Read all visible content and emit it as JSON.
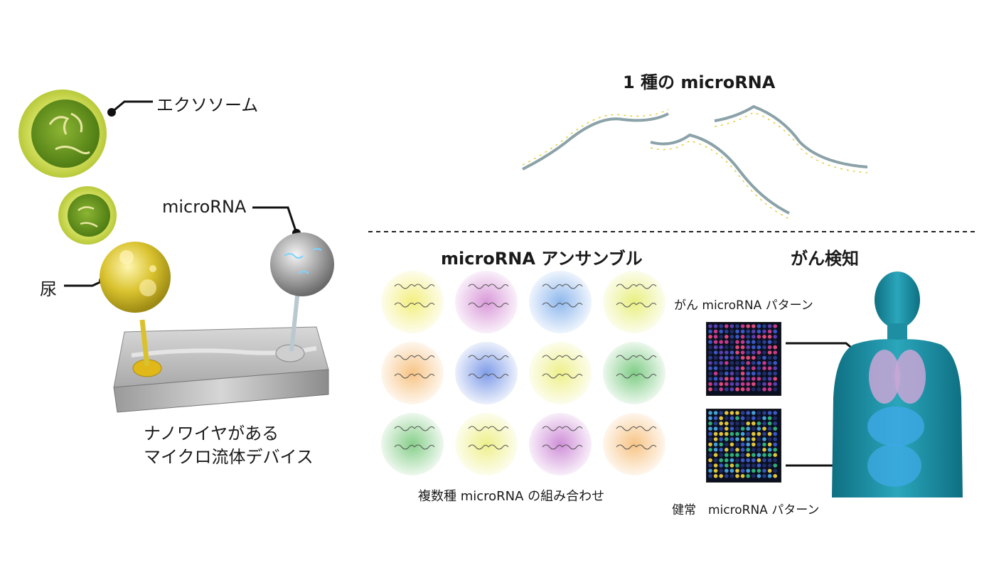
{
  "labels": {
    "exosome": "エクソソーム",
    "microrna_left": "microRNA",
    "urine": "尿",
    "device_line1": "ナノワイヤがある",
    "device_line2": "マイクロ流体デバイス",
    "single_title": "1 種の microRNA",
    "ensemble_title": "microRNA アンサンブル",
    "ensemble_caption": "複数種 microRNA の組み合わせ",
    "cancer_detect_title": "がん検知",
    "cancer_pattern": "がん microRNA パターン",
    "healthy_pattern": "健常　microRNA パターン"
  },
  "palette": {
    "exosome_outer": "#c9d94a",
    "exosome_inner": "#6f9a1e",
    "urine_sphere": "#d8c12a",
    "grey_sphere": "#9a9a9a",
    "body": "#1e93a8",
    "organ": "#c9a6d6"
  },
  "ensemble_colors": [
    [
      "#f3ef80",
      "#d99ad9",
      "#8fb8ee",
      "#e8ef80"
    ],
    [
      "#f7c485",
      "#7f9ce8",
      "#eef08a",
      "#7fcd86"
    ],
    [
      "#87cf8a",
      "#eef08a",
      "#cf8fd8",
      "#f7c485"
    ]
  ]
}
